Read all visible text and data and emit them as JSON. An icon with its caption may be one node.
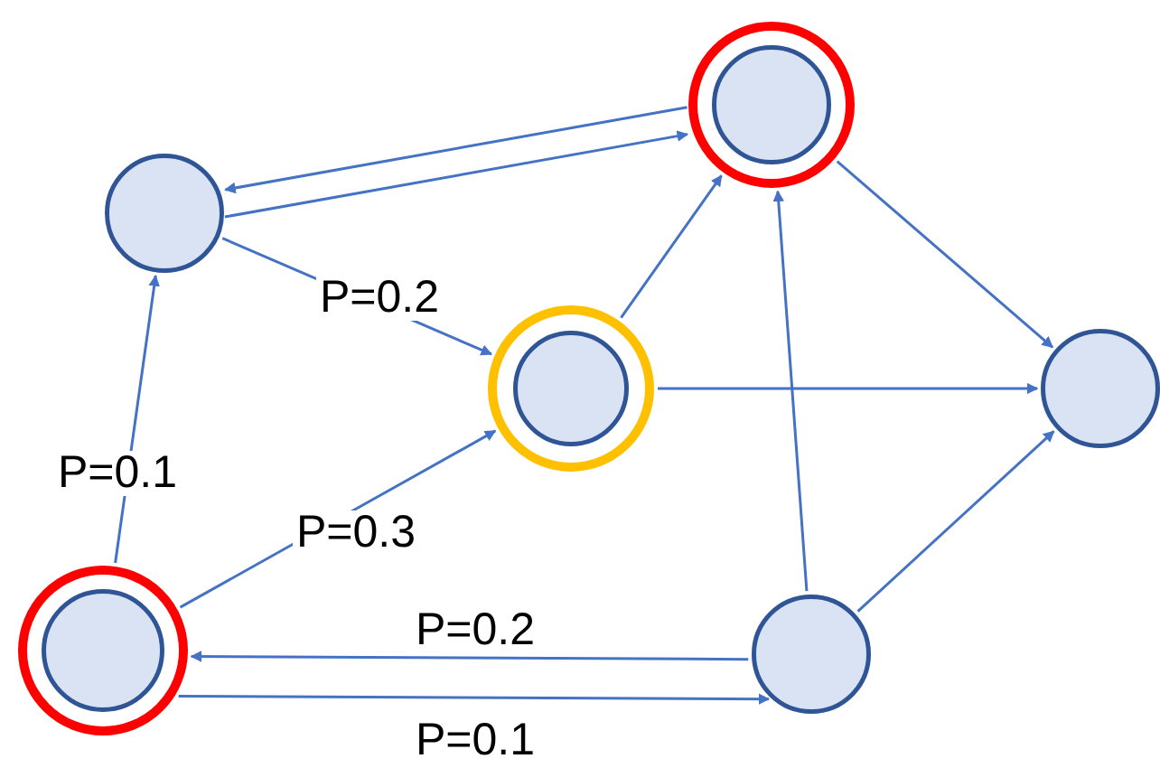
{
  "diagram": {
    "nodes": [
      {
        "text": [],
        "shape": "circle"
      },
      {
        "text": [],
        "shape": "circle",
        "in": 0
      },
      {
        "text": [],
        "shape": "circle"
      },
      {
        "text": [],
        "shape": "circle"
      },
      {
        "text": [],
        "shape": "circle",
        "in": 3
      },
      {
        "text": [],
        "shape": "circle"
      },
      {
        "text": [],
        "shape": "circle"
      },
      {
        "text": [],
        "shape": "circle",
        "in": 6
      },
      {
        "text": [],
        "shape": "circle"
      }
    ],
    "edges": [
      {
        "from": 0,
        "to": 2,
        "arrow": "to"
      },
      {
        "from": 2,
        "to": 0,
        "arrow": "to"
      },
      {
        "from": 2,
        "to": 3,
        "arrow": "to",
        "label": "P=0.2"
      },
      {
        "from": 6,
        "to": 2,
        "arrow": "to",
        "label": "P=0.1"
      },
      {
        "from": 6,
        "to": 3,
        "arrow": "to",
        "label": "P=0.3"
      },
      {
        "from": 8,
        "to": 6,
        "arrow": "to",
        "label": "P=0.2"
      },
      {
        "from": 6,
        "to": 8,
        "arrow": "to",
        "label": "P=0.1"
      },
      {
        "from": 3,
        "to": 0,
        "arrow": "to"
      },
      {
        "from": 3,
        "to": 5,
        "arrow": "to"
      },
      {
        "from": 0,
        "to": 5,
        "arrow": "to"
      },
      {
        "from": 8,
        "to": 0,
        "arrow": "to"
      },
      {
        "from": 8,
        "to": 5,
        "arrow": "to"
      }
    ]
  }
}
